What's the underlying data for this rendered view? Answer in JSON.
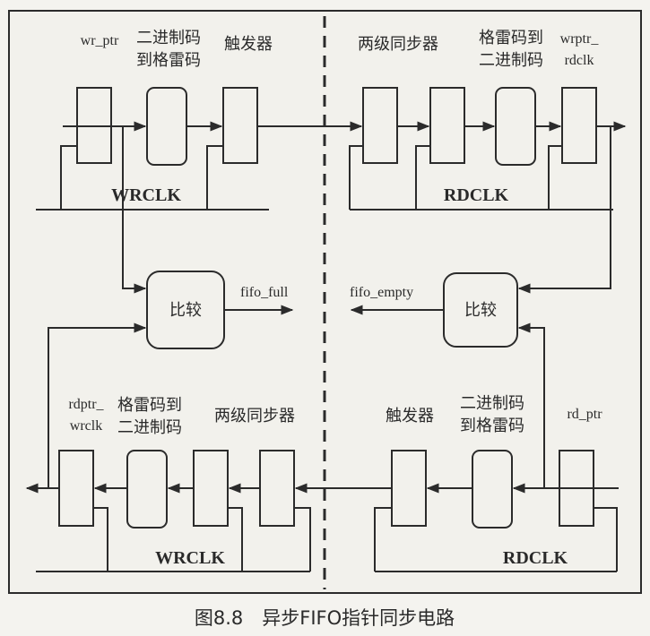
{
  "top": {
    "wr_ptr": "wr_ptr",
    "bin2gray": [
      "二进制码",
      "到格雷码"
    ],
    "trigger": "触发器",
    "sync2": "两级同步器",
    "gray2bin": [
      "格雷码到",
      "二进制码"
    ],
    "wrptr_rdclk": [
      "wrptr_",
      "rdclk"
    ],
    "wrclk": "WRCLK",
    "rdclk": "RDCLK"
  },
  "middle": {
    "compare_left": "比较",
    "fifo_full": "fifo_full",
    "compare_right": "比较",
    "fifo_empty": "fifo_empty"
  },
  "bottom": {
    "rdptr_wrclk": [
      "rdptr_",
      "wrclk"
    ],
    "gray2bin": [
      "格雷码到",
      "二进制码"
    ],
    "sync2": "两级同步器",
    "trigger": "触发器",
    "bin2gray": [
      "二进制码",
      "到格雷码"
    ],
    "rd_ptr": "rd_ptr",
    "wrclk": "WRCLK",
    "rdclk": "RDCLK"
  },
  "caption": "图8.8　异步FIFO指针同步电路"
}
